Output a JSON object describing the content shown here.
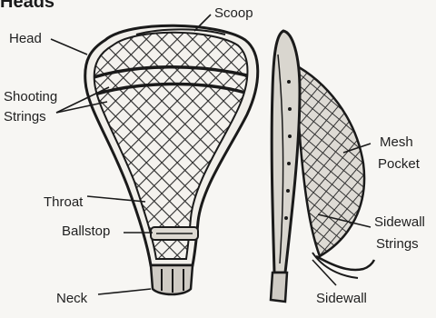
{
  "title": "Heads",
  "labels": {
    "head": "Head",
    "scoop": "Scoop",
    "shooting_strings_line1": "Shooting",
    "shooting_strings_line2": "Strings",
    "throat": "Throat",
    "ballstop": "Ballstop",
    "neck": "Neck",
    "mesh_pocket_line1": "Mesh",
    "mesh_pocket_line2": "Pocket",
    "sidewall_strings_line1": "Sidewall",
    "sidewall_strings_line2": "Strings",
    "sidewall": "Sidewall"
  },
  "colors": {
    "ink": "#1a1a1a",
    "background": "#f7f6f3",
    "mesh": "#2b2b2b",
    "sidewall_shade": "#8c8c8c"
  }
}
